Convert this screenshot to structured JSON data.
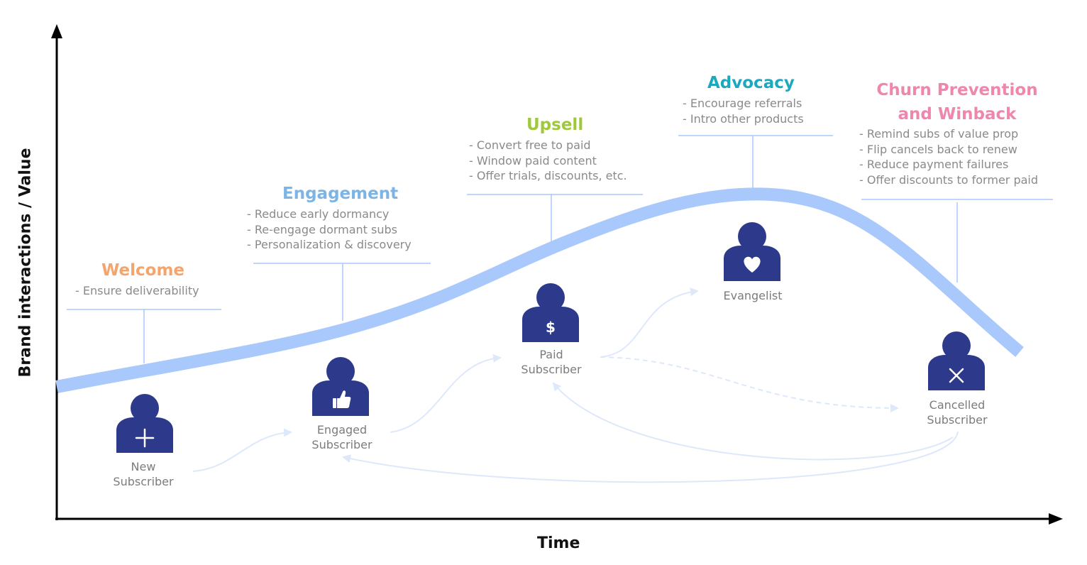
{
  "axes": {
    "y_label": "Brand interactions  / Value",
    "x_label": "Time"
  },
  "colors": {
    "curve": "#a9c8fb",
    "person": "#2d3a8c",
    "connector": "#a9c8fb",
    "flow_arrow": "#dde8fb"
  },
  "stages": [
    {
      "id": "welcome",
      "title": "Welcome",
      "color": "#f5a46b",
      "bullets": [
        "- Ensure deliverability"
      ]
    },
    {
      "id": "engagement",
      "title": "Engagement",
      "color": "#7cb4e6",
      "bullets": [
        "- Reduce early dormancy",
        "- Re-engage dormant subs",
        "- Personalization & discovery"
      ]
    },
    {
      "id": "upsell",
      "title": "Upsell",
      "color": "#9fc93c",
      "bullets": [
        "- Convert free to paid",
        "- Window paid content",
        "- Offer trials, discounts, etc."
      ]
    },
    {
      "id": "advocacy",
      "title": "Advocacy",
      "color": "#1ba9bf",
      "bullets": [
        "- Encourage referrals",
        "- Intro other products"
      ]
    },
    {
      "id": "churn",
      "title_lines": [
        "Churn Prevention",
        "and Winback"
      ],
      "color": "#ef86ad",
      "bullets": [
        "- Remind subs of value prop",
        "- Flip cancels back to renew",
        "- Reduce payment failures",
        "- Offer discounts to former paid"
      ]
    }
  ],
  "subscribers": [
    {
      "id": "new",
      "lines": [
        "New",
        "Subscriber"
      ],
      "icon": "plus-icon"
    },
    {
      "id": "engaged",
      "lines": [
        "Engaged",
        "Subscriber"
      ],
      "icon": "thumbs-up-icon"
    },
    {
      "id": "paid",
      "lines": [
        "Paid",
        "Subscriber"
      ],
      "icon": "dollar-icon"
    },
    {
      "id": "evangelist",
      "lines": [
        "Evangelist"
      ],
      "icon": "heart-icon"
    },
    {
      "id": "cancelled",
      "lines": [
        "Cancelled",
        "Subscriber"
      ],
      "icon": "x-icon"
    }
  ]
}
